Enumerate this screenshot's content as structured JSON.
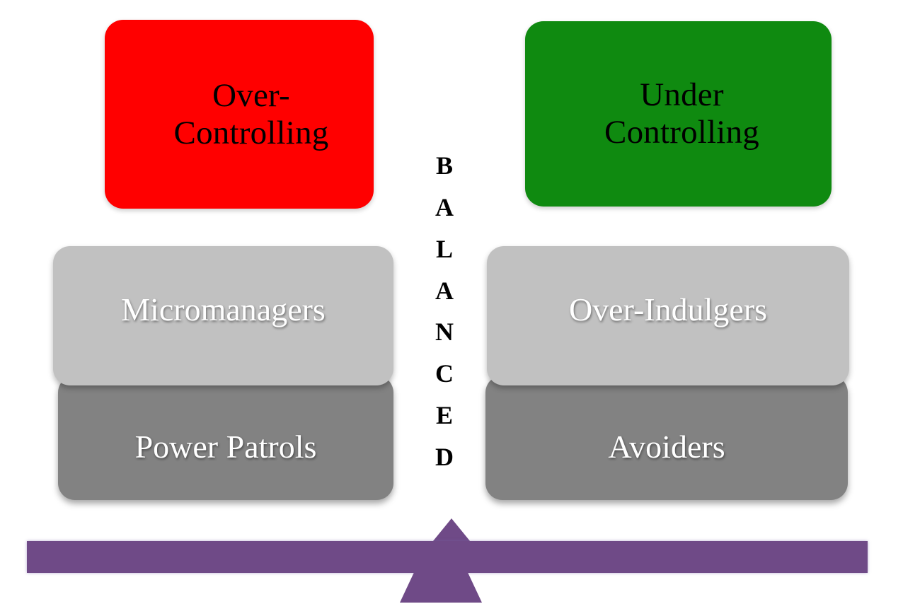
{
  "diagram": {
    "title": "Parenting / Management Control Balance Seesaw",
    "colors": {
      "over_controlling": "#ff0000",
      "under_controlling": "#0f8a10",
      "light_gray": "#c1c1c1",
      "dark_gray": "#828282",
      "purple": "#6f4a87",
      "text_dark": "#000000",
      "text_light": "#ffffff"
    },
    "left_pole": {
      "header_line1": "Over-",
      "header_line2": "Controlling",
      "subtype_top": "Micromanagers",
      "subtype_bottom": "Power Patrols"
    },
    "right_pole": {
      "header_line1": "Under",
      "header_line2": "Controlling",
      "subtype_top": "Over-Indulgers",
      "subtype_bottom": "Avoiders"
    },
    "center": {
      "word": "BALANCED",
      "letters": [
        "B",
        "A",
        "L",
        "A",
        "N",
        "C",
        "E",
        "D"
      ]
    },
    "fulcrum": {
      "pointer_shape": "triangle-up",
      "base_shape": "trapezoid",
      "beam_shape": "horizontal-bar"
    }
  }
}
